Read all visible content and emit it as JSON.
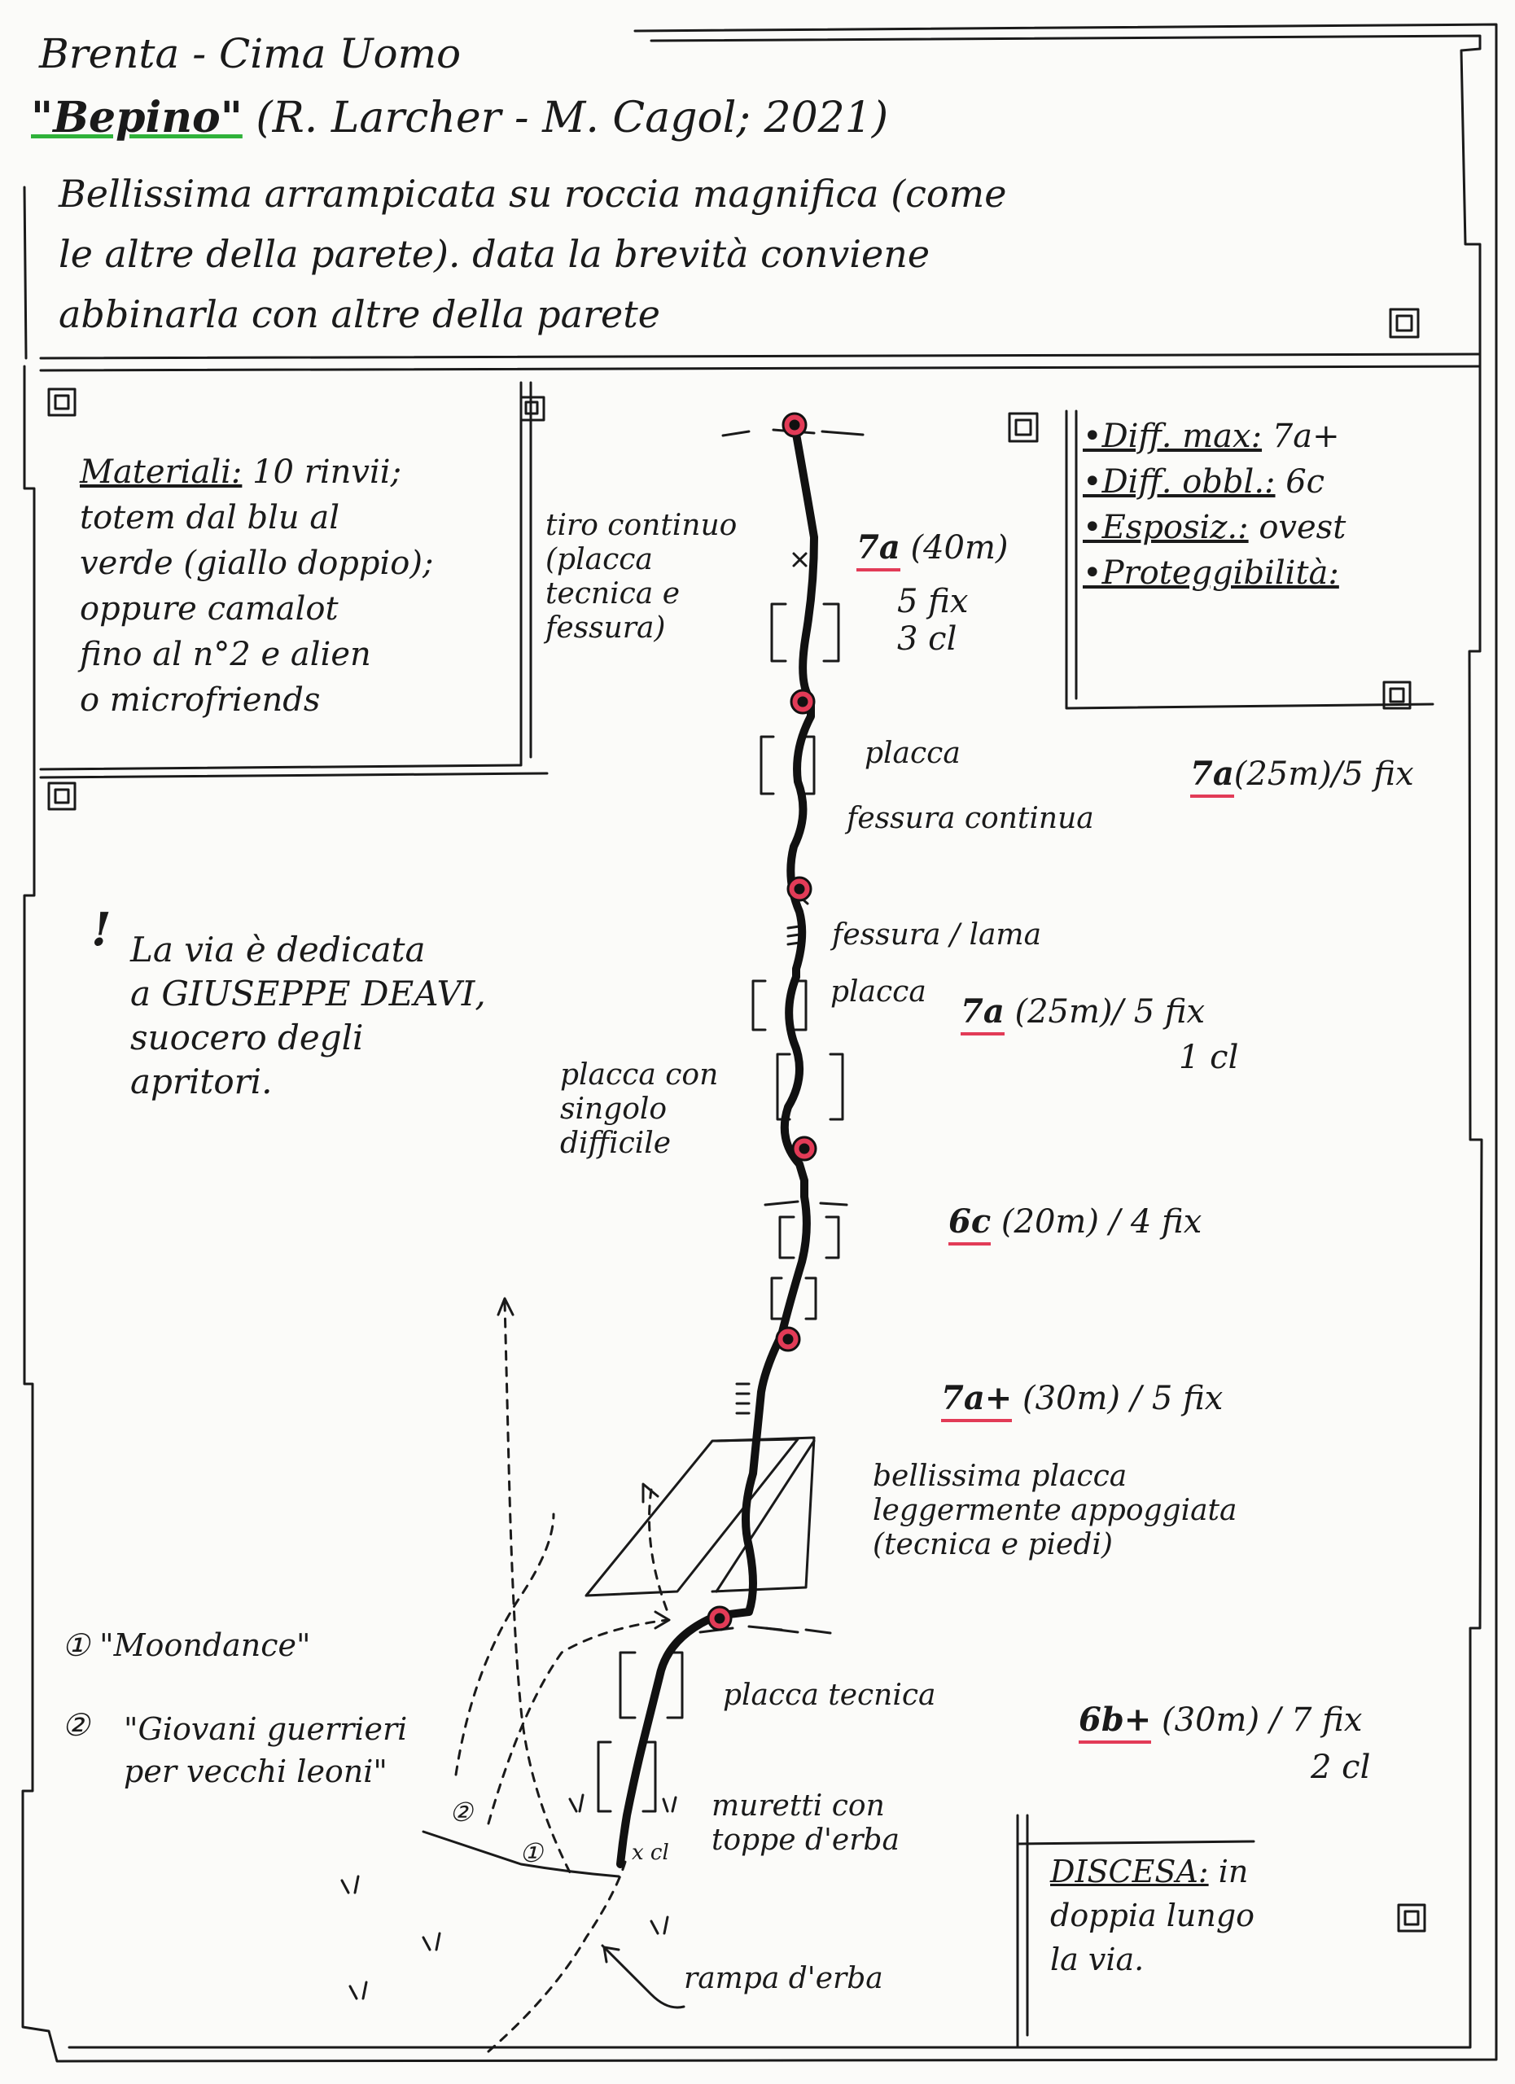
{
  "header": {
    "location": "Brenta - Cima Uomo",
    "route_name": "\"Bepino\"",
    "route_authors": "(R. Larcher - M. Cagol; 2021)",
    "description_lines": [
      "Bellissima arrampicata su roccia magnifica (come",
      "le altre della parete). data la brevità conviene",
      "abbinarla con altre della parete"
    ]
  },
  "materials": {
    "title": "Materiali:",
    "first_line_rest": "10 rinvii;",
    "lines": [
      "totem dal blu al",
      "verde (giallo doppio);",
      "oppure camalot",
      "fino al n°2 e alien",
      "o microfriends"
    ]
  },
  "info": {
    "diff_max_label": "•Diff. max:",
    "diff_max_value": "7a+",
    "diff_obbl_label": "•Diff. obbl.:",
    "diff_obbl_value": "6c",
    "exposure_label": "•Esposiz.:",
    "exposure_value": "ovest",
    "protection_label": "•Proteggibilità:"
  },
  "dedication": {
    "mark": "!",
    "lines": [
      "La via è dedicata",
      "a GIUSEPPE DEAVI,",
      "suocero degli",
      "apritori."
    ]
  },
  "pitches": [
    {
      "grade": "7a",
      "detail": "(40m)",
      "protection": "5 fix\n3 cl"
    },
    {
      "grade": "7a",
      "detail": "(25m)/5 fix",
      "protection": ""
    },
    {
      "grade": "7a",
      "detail": "(25m)/ 5 fix",
      "protection": "1 cl"
    },
    {
      "grade": "6c",
      "detail": "(20m) / 4 fix",
      "protection": ""
    },
    {
      "grade": "7a+",
      "detail": "(30m) / 5 fix",
      "protection": ""
    },
    {
      "grade": "6b+",
      "detail": "(30m) / 7 fix",
      "protection": "2 cl"
    }
  ],
  "route_labels": {
    "tiro_continuo": "tiro continuo\n(placca\ntecnica e\nfessura)",
    "placca_1": "placca",
    "fessura_continua": "fessura continua",
    "fessura_lama": "fessura / lama",
    "placca_2": "placca",
    "placca_singolo": "placca con\nsingolo\ndifficile",
    "bellissima": "bellissima placca\nleggermente appoggiata\n(tecnica e piedi)",
    "placca_tecnica": "placca tecnica",
    "muretti": "muretti con\ntoppe d'erba",
    "rampa": "rampa d'erba",
    "start_marker": "x cl"
  },
  "neighbours": {
    "one_num": "①",
    "one_name": "\"Moondance\"",
    "two_num": "②",
    "two_name": "\"Giovani guerrieri\nper vecchi leoni\""
  },
  "descent": {
    "label": "DISCESA:",
    "text_first": "in",
    "text_rest": "doppia lungo\nla via."
  },
  "colors": {
    "ink": "#1a1a1a",
    "belay": "#e23b57",
    "grade_underline": "#e23b57",
    "name_underline": "#2fb23a"
  }
}
